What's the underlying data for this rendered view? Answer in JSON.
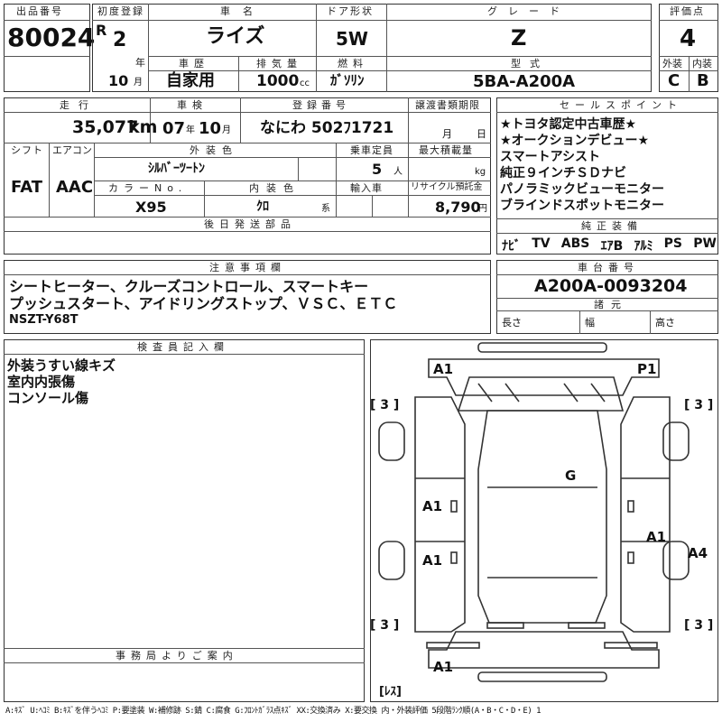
{
  "header": {
    "lot_label": "出品番号",
    "lot_value": "80024",
    "first_reg_label": "初度登録",
    "era_mark": "R",
    "year_value": "2",
    "year_unit": "年",
    "month_value": "10",
    "month_unit": "月",
    "car_name_label": "車名",
    "car_name": "ライズ",
    "history_label": "車歴",
    "history_value": "自家用",
    "displacement_label": "排気量",
    "displacement_value": "1000",
    "displacement_unit": "cc",
    "door_label": "ドア形状",
    "door_value": "5W",
    "fuel_label": "燃料",
    "fuel_value": "ｶﾞｿﾘﾝ",
    "grade_label": "グレード",
    "grade_value": "Z",
    "model_label": "型式",
    "model_value": "5BA-A200A",
    "score_label": "評価点",
    "score_value": "4",
    "ext_label": "外装",
    "ext_value": "C",
    "int_label": "内装",
    "int_value": "B"
  },
  "row2": {
    "mileage_label": "走行",
    "mileage_value": "35,077",
    "mileage_unit": "km",
    "inspection_label": "車検",
    "insp_year": "07",
    "insp_year_unit": "年",
    "insp_month": "10",
    "insp_month_unit": "月",
    "plate_label": "登録番号",
    "plate_value": "なにわ 502ﾌ1721",
    "transfer_label": "譲渡書類期限",
    "transfer_month_unit": "月",
    "transfer_day_unit": "日",
    "shift_label": "シフト",
    "shift_value": "FAT",
    "ac_label": "エアコン",
    "ac_value": "AAC",
    "color_label": "外装色",
    "color_value": "ｼﾙﾊﾞｰﾂｰﾄﾝ",
    "capacity_label": "乗車定員",
    "capacity_value": "5",
    "capacity_unit": "人",
    "load_label": "最大積載量",
    "load_unit": "kg",
    "color_no_label": "カラーNo.",
    "color_no_value": "X95",
    "interior_color_label": "内装色",
    "interior_color_value": "ｸﾛ",
    "interior_color_unit": "系",
    "import_label": "輸入車",
    "recycle_label": "リサイクル預託金",
    "recycle_value": "8,790",
    "recycle_unit": "円",
    "later_parts_label": "後日発送部品"
  },
  "sales_points": {
    "label": "セールスポイント",
    "lines": [
      "★トヨタ認定中古車歴★",
      "★オークションデビュー★",
      "スマートアシスト",
      "純正９インチＳＤナビ",
      "パノラミックビューモニター",
      "ブラインドスポットモニター"
    ]
  },
  "equipment": {
    "label": "純正装備",
    "items": [
      "ﾅﾋﾞ",
      "TV",
      "ABS",
      "ｴｱB",
      "ｱﾙﾐ",
      "PS",
      "PW"
    ]
  },
  "notes": {
    "label": "注意事項欄",
    "lines": [
      "シートヒーター、クルーズコントロール、スマートキー",
      "プッシュスタート、アイドリングストップ、ＶＳＣ、ＥＴＣ",
      "NSZT-Y68T"
    ]
  },
  "chassis": {
    "label": "車台番号",
    "value": "A200A-0093204",
    "dims_label": "諸元",
    "length_label": "長さ",
    "width_label": "幅",
    "height_label": "高さ"
  },
  "inspector": {
    "label": "検査員記入欄",
    "lines": [
      "外装うすい線キズ",
      "室内内張傷",
      "コンソール傷"
    ]
  },
  "office": {
    "label": "事務局よりご案内"
  },
  "diagram": {
    "marks": [
      "A1",
      "P1",
      "G",
      "A1",
      "A1",
      "A1",
      "A4",
      "A1"
    ],
    "tires": [
      "[ 3 ]",
      "[ 3 ]",
      "[ 3 ]",
      "[ 3 ]"
    ],
    "spare": "[ﾚｽ]"
  },
  "legend": "A:ｷｽﾞ U:ﾍｺﾐ B:ｷｽﾞを伴うﾍｺﾐ P:要塗装 W:補修跡 S:錆 C:腐食 G:ﾌﾛﾝﾄｶﾞﾗｽ点ｷｽﾞ XX:交換済み X:要交換 内・外装評価 5段階ﾗﾝｸ順(A・B・C・D・E) 1"
}
